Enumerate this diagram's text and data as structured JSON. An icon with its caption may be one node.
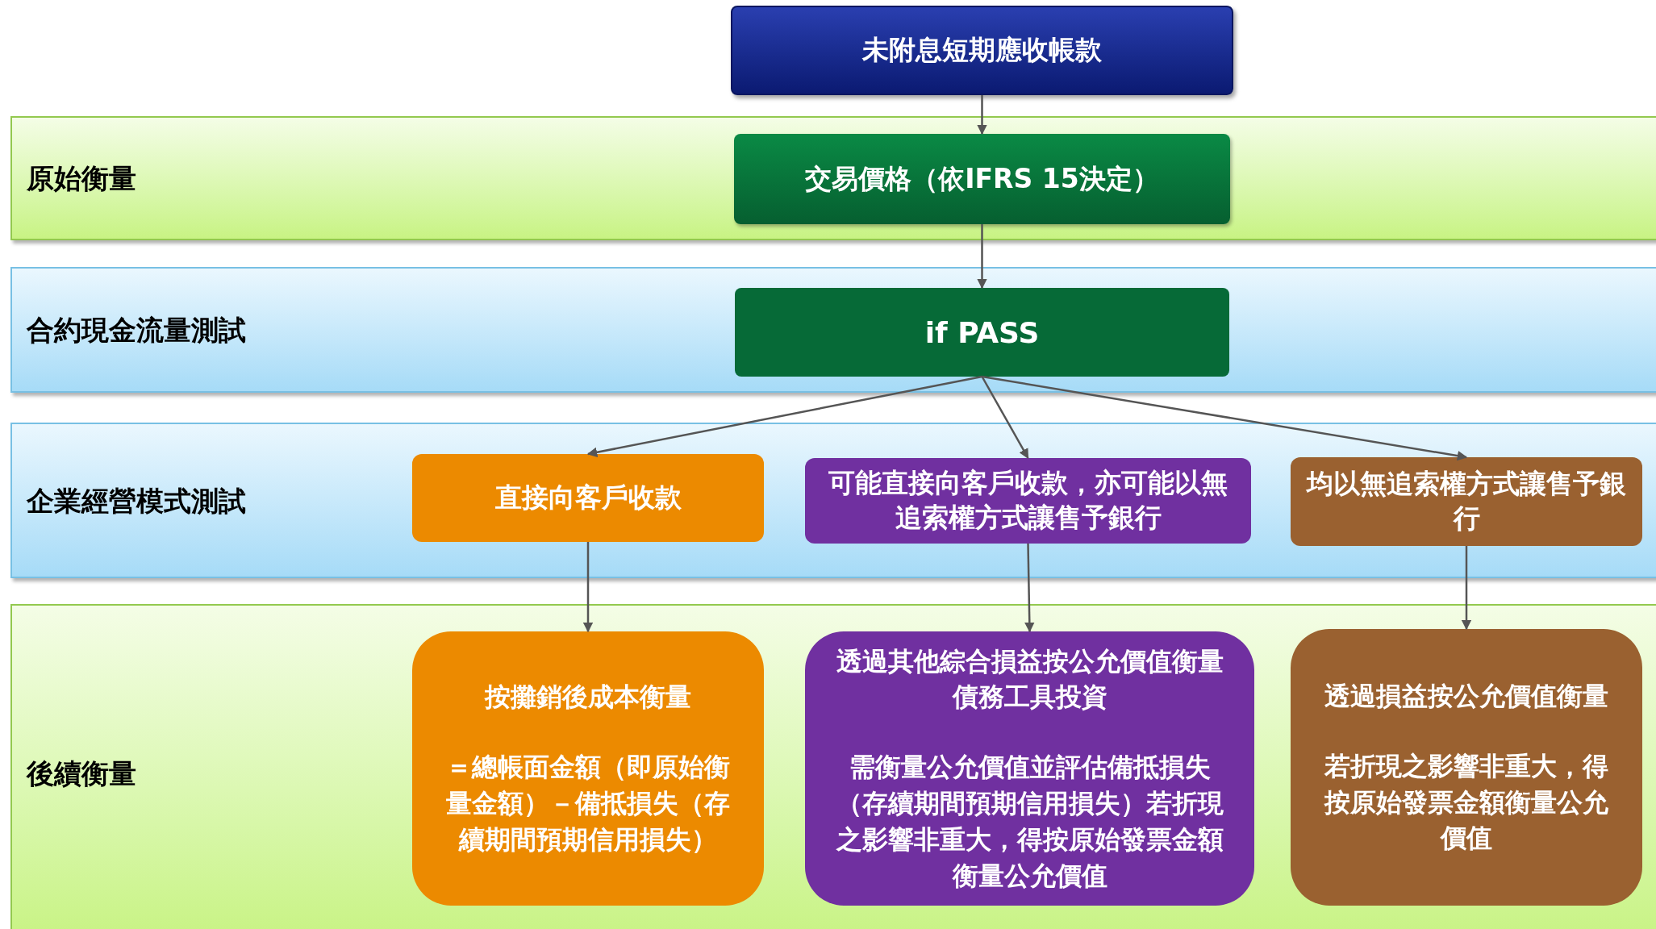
{
  "diagram": {
    "nodes": [
      {
        "text": [
          "未附息短期應收帳款"
        ]
      },
      {
        "text": [
          "原始衡量"
        ]
      },
      {
        "text": [
          "交易價格（依IFRS 15決定）"
        ],
        "in": 1
      },
      {
        "text": [
          "合約現金流量測試"
        ]
      },
      {
        "text": [
          "if PASS"
        ],
        "in": 3
      },
      {
        "text": [
          "企業經營模式測試"
        ]
      },
      {
        "text": [
          "直接向客戶收款"
        ],
        "in": 5
      },
      {
        "text": [
          "可能直接向客戶收款，亦可能以無追索權方式讓售予銀行"
        ],
        "in": 5
      },
      {
        "text": [
          "均以無追索權方式讓售予銀行"
        ],
        "in": 5
      },
      {
        "text": [
          "後續衡量"
        ]
      },
      {
        "text": [
          "按攤銷後成本衡量",
          "＝總帳面金額（即原始衡量金額）－備抵損失（存續期間預期信用損失）"
        ],
        "in": 9
      },
      {
        "text": [
          "透過其他綜合損益按公允價值衡量債務工具投資",
          "需衡量公允價值並評估備抵損失（存續期間預期信用損失）若折現之影響非重大，得按原始發票金額衡量公允價值"
        ],
        "in": 9
      },
      {
        "text": [
          "透過損益按公允價值衡量",
          "若折現之影響非重大，得按原始發票金額衡量公允價值"
        ],
        "in": 9
      }
    ],
    "edges": [
      {
        "from": 0,
        "to": 2,
        "arrow": "to"
      },
      {
        "from": 2,
        "to": 4,
        "arrow": "to"
      },
      {
        "from": 4,
        "to": 6,
        "arrow": "to"
      },
      {
        "from": 4,
        "to": 7,
        "arrow": "to"
      },
      {
        "from": 4,
        "to": 8,
        "arrow": "to"
      },
      {
        "from": 6,
        "to": 10,
        "arrow": "to"
      },
      {
        "from": 7,
        "to": 11,
        "arrow": "to"
      },
      {
        "from": 8,
        "to": 12,
        "arrow": "to"
      }
    ]
  }
}
